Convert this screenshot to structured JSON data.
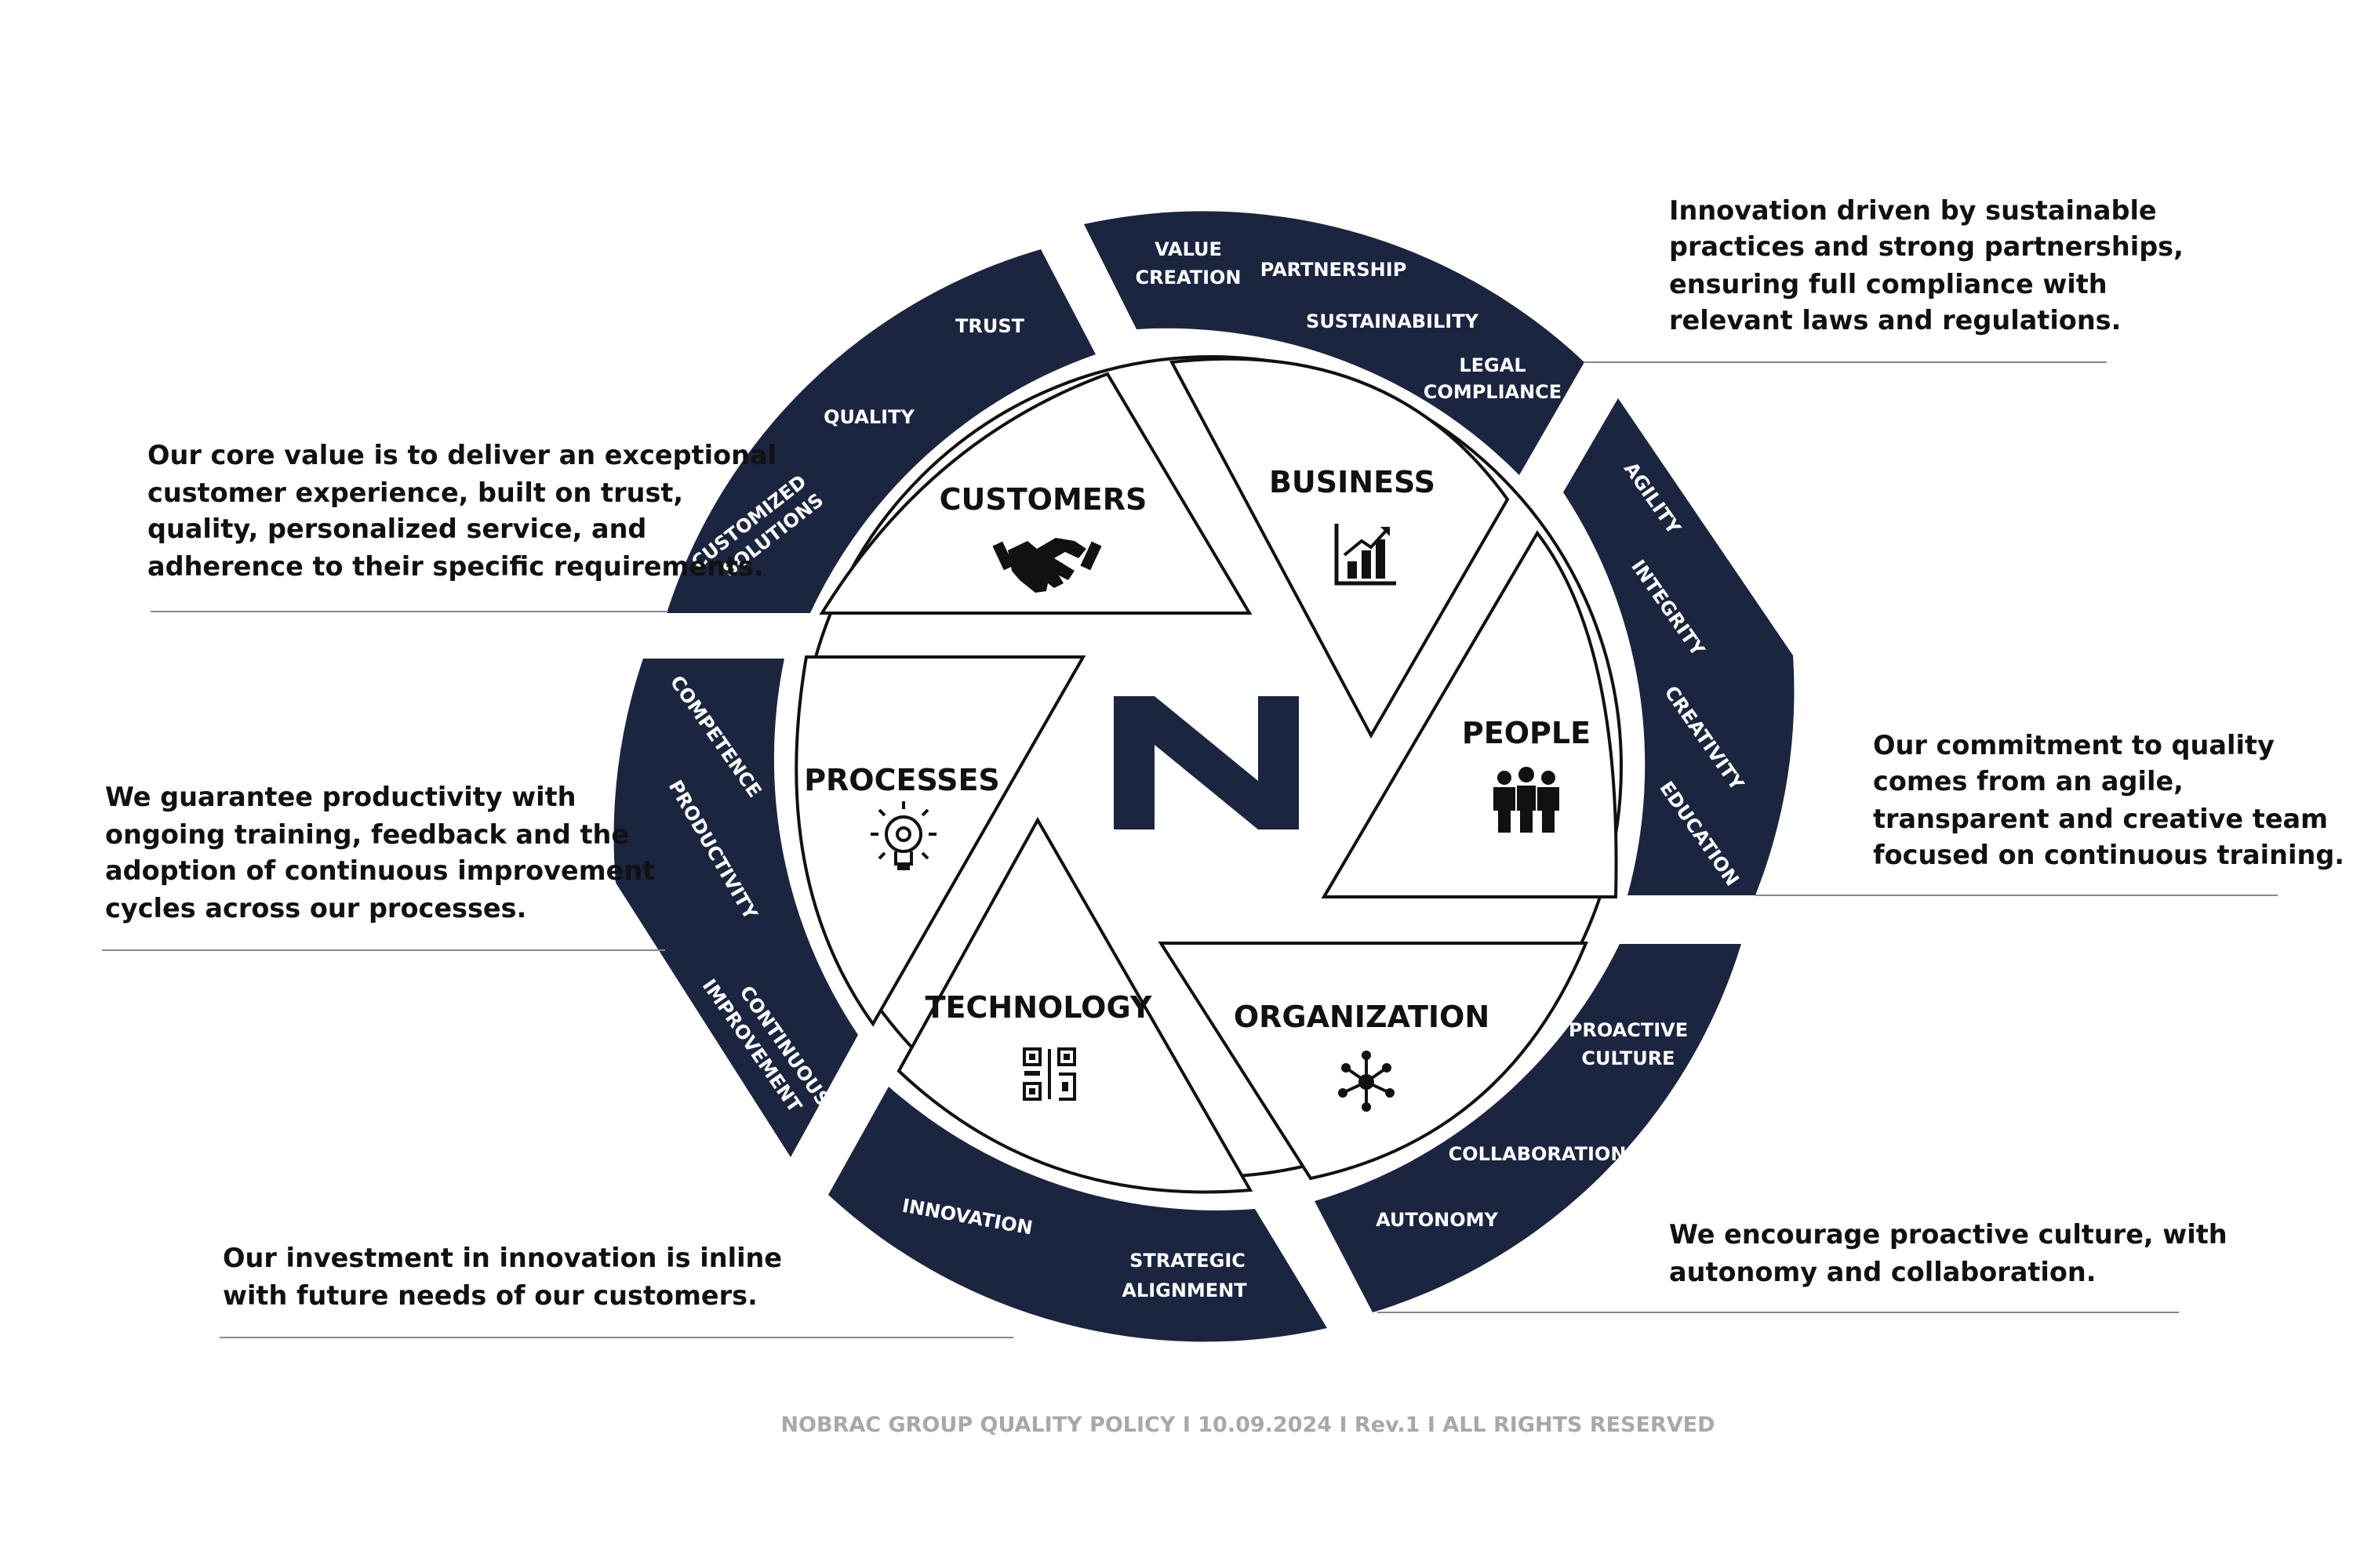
{
  "colors": {
    "band": "#1b2540",
    "ink": "#111111",
    "rule": "#7f8a99",
    "footer": "#a8a8a8"
  },
  "segments": {
    "customers": {
      "label": "CUSTOMERS",
      "icon": "handshake-icon"
    },
    "business": {
      "label": "BUSINESS",
      "icon": "bar-chart-icon"
    },
    "people": {
      "label": "PEOPLE",
      "icon": "people-icon"
    },
    "organization": {
      "label": "ORGANIZATION",
      "icon": "network-icon"
    },
    "technology": {
      "label": "TECHNOLOGY",
      "icon": "qr-code-icon"
    },
    "processes": {
      "label": "PROCESSES",
      "icon": "lightbulb-gear-icon"
    }
  },
  "bands": {
    "customers": {
      "trust": "TRUST",
      "quality": "QUALITY",
      "customized_1": "CUSTOMIZED",
      "customized_2": "SOLUTIONS"
    },
    "business": {
      "value_1": "VALUE",
      "value_2": "CREATION",
      "partnership": "PARTNERSHIP",
      "sustainability": "SUSTAINABILITY",
      "legal_1": "LEGAL",
      "legal_2": "COMPLIANCE"
    },
    "people": {
      "agility": "AGILITY",
      "integrity": "INTEGRITY",
      "creativity": "CREATIVITY",
      "education": "EDUCATION"
    },
    "organization": {
      "proactive_1": "PROACTIVE",
      "proactive_2": "CULTURE",
      "collaboration": "COLLABORATION",
      "autonomy": "AUTONOMY"
    },
    "technology": {
      "innovation": "INNOVATION",
      "strategic_1": "STRATEGIC",
      "strategic_2": "ALIGNMENT"
    },
    "processes": {
      "competence": "COMPETENCE",
      "productivity": "PRODUCTIVITY",
      "continuous_1": "CONTINUOUS",
      "continuous_2": "IMPROVEMENT"
    }
  },
  "descriptions": {
    "business": [
      "Innovation driven by sustainable",
      "practices and strong partnerships,",
      "ensuring full compliance with",
      "relevant laws and regulations."
    ],
    "customers": [
      "Our core value is to deliver an exceptional",
      "customer experience, built on trust,",
      "quality, personalized service, and",
      "adherence to their specific requirements."
    ],
    "people": [
      "Our commitment to quality",
      "comes from an agile,",
      "transparent and creative team",
      "focused on continuous training."
    ],
    "processes": [
      "We guarantee productivity with",
      "ongoing training, feedback and the",
      "adoption of continuous improvement",
      "cycles across our processes."
    ],
    "technology": [
      "Our investment in innovation is inline",
      "with future needs of our customers."
    ],
    "organization": [
      "We encourage proactive culture, with",
      "autonomy and collaboration."
    ]
  },
  "footer": "NOBRAC GROUP QUALITY POLICY I 10.09.2024 I Rev.1 I ALL RIGHTS RESERVED",
  "logo": {
    "icon": "nobrac-n-logo-icon"
  }
}
